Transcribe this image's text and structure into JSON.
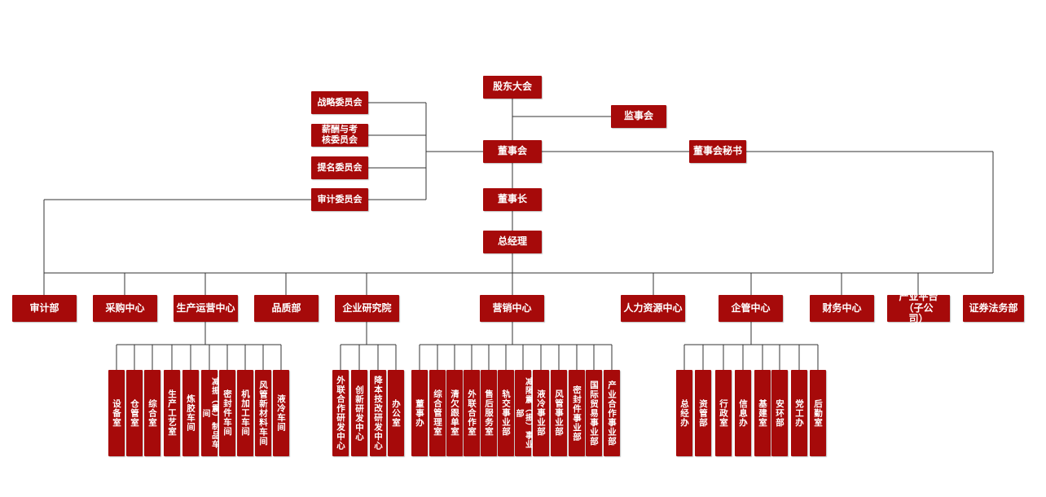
{
  "colors": {
    "box": "#a60a0a",
    "line": "#333333",
    "text": "#ffffff"
  },
  "top": {
    "shareholders": "股东大会",
    "supervisors": "监事会",
    "board": "董事会",
    "board_secretary": "董事会秘书",
    "chairman": "董事长",
    "general_manager": "总经理"
  },
  "committees": {
    "strategy": "战略委员会",
    "compensation": "薪酬与考核委员会",
    "nomination": "提名委员会",
    "audit": "审计委员会"
  },
  "departments": {
    "audit": "审计部",
    "procurement": "采购中心",
    "production": "生产运营中心",
    "quality": "品质部",
    "research": "企业研究院",
    "marketing": "营销中心",
    "hr": "人力资源中心",
    "management": "企管中心",
    "finance": "财务中心",
    "platform": "产业平台（子公司）",
    "securities": "证券法务部"
  },
  "production_units": [
    "设备室",
    "仓管室",
    "综合室",
    "生产工艺室",
    "炼胶车间",
    "减振（震）制品车间",
    "密封件车间",
    "机加工车间",
    "风管新材料车间",
    "液冷车间"
  ],
  "research_units": [
    "外联合作研发中心",
    "创新研发中心",
    "降本技改研发中心",
    "办公室"
  ],
  "marketing_units": [
    "董事办",
    "综合管理室",
    "清欠跟单室",
    "外联合作室",
    "售后服务室",
    "轨交事业部",
    "减隔震（振）事业部",
    "液冷事业部",
    "风管事业部",
    "密封件事业部",
    "国际贸易事业部",
    "产业合作事业部"
  ],
  "management_units": [
    "总经办",
    "资管部",
    "行政室",
    "信息办",
    "基建室",
    "安环部",
    "党工办",
    "后勤室"
  ]
}
